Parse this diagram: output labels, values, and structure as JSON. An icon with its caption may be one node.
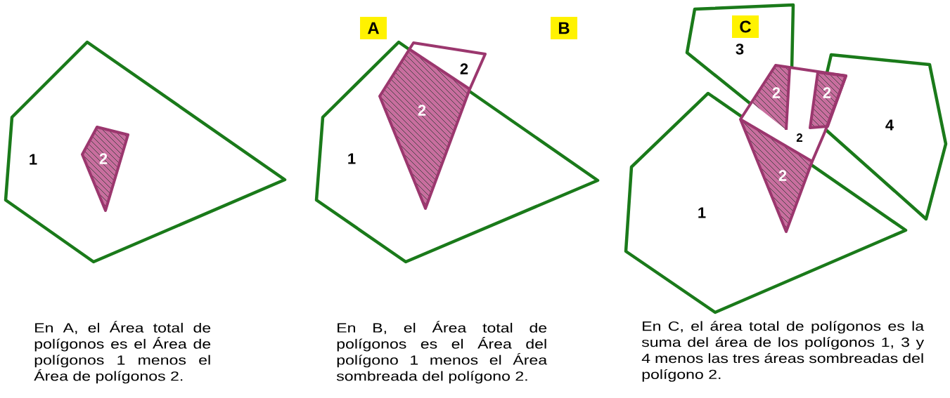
{
  "diagram": {
    "labels": [
      "A",
      "B",
      "C",
      "3",
      "2",
      "2",
      "2",
      "2",
      "4",
      "1",
      "2",
      "1",
      "2",
      "2",
      "1",
      "En A, el Área total de polígonos es el Área de polígonos 1 menos el Área de polígonos 2.",
      "En B, el Área total de polígonos es el Área del polígono 1 menos el Área sombreada del polígono 2.",
      "En C, el área total de polígonos es la suma del área de los polígonos 1, 3 y 4 menos las tres áreas sombreadas del polígono 2."
    ]
  }
}
